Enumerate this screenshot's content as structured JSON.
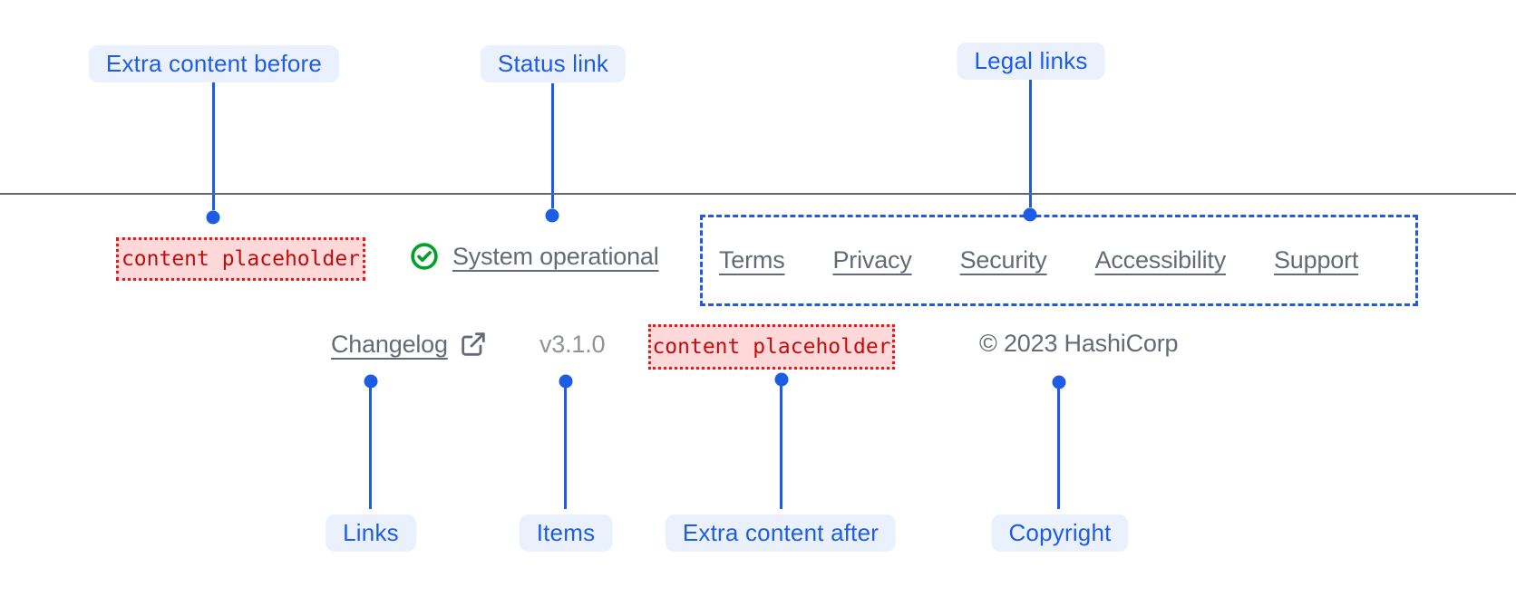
{
  "annotations": {
    "extra_content_before": "Extra content before",
    "status_link": "Status link",
    "legal_links": "Legal links",
    "links": "Links",
    "items": "Items",
    "extra_content_after": "Extra content after",
    "copyright": "Copyright"
  },
  "footer": {
    "extra_content_before_placeholder": "content placeholder",
    "status": {
      "label": "System operational",
      "icon": "check-circle-icon"
    },
    "legal_links": [
      "Terms",
      "Privacy",
      "Security",
      "Accessibility",
      "Support"
    ],
    "links": [
      {
        "label": "Changelog",
        "external": true,
        "icon": "external-link-icon"
      }
    ],
    "version": "v3.1.0",
    "extra_content_after_placeholder": "content placeholder",
    "copyright": "© 2023 HashiCorp"
  },
  "colors": {
    "annotation_blue": "#1d5de4",
    "annotation_pill_bg": "#ebf1fc",
    "legal_dashed_blue": "#2158e8",
    "link_gray": "#656a76",
    "version_gray": "#90939c",
    "divider_gray": "#63676f",
    "success_green": "#00a229",
    "placeholder_text_red": "#c00c0c",
    "placeholder_bg_pink": "#ffd9d9",
    "placeholder_border_red": "#e31b1b"
  }
}
